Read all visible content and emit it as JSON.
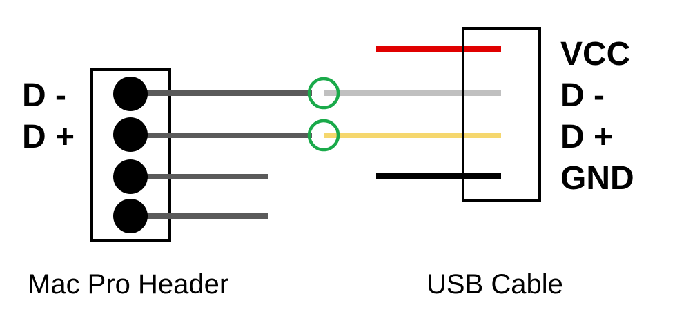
{
  "diagram": {
    "header": {
      "caption": "Mac Pro Header",
      "labels": [
        "D -",
        "D +"
      ],
      "pin_count": 4
    },
    "usb": {
      "caption": "USB Cable",
      "labels": [
        "VCC",
        "D -",
        "D +",
        "GND"
      ]
    },
    "colors": {
      "outline": "#000000",
      "pin": "#000000",
      "header_wire": "#5a5a5a",
      "vcc_wire": "#e00000",
      "dminus_wire": "#c0c0c0",
      "dplus_wire": "#f5d76e",
      "gnd_wire": "#000000",
      "splice": "#1aaa4a"
    }
  }
}
